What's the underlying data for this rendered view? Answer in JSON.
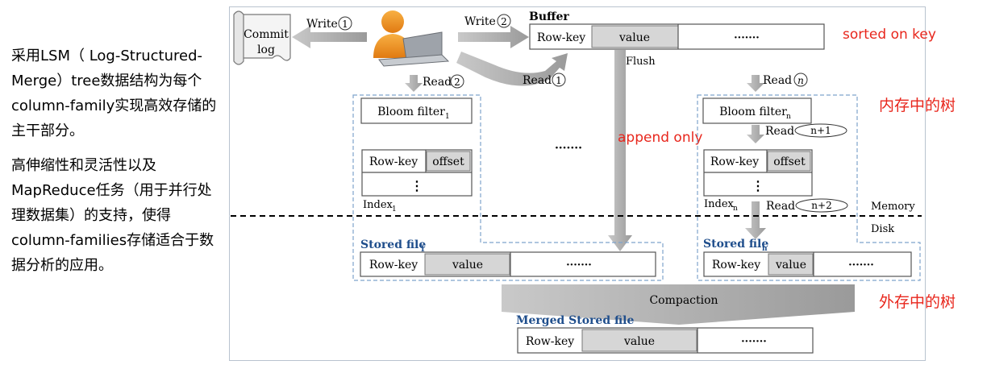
{
  "left_text": {
    "para1": "采用LSM（ Log-Structured-Merge）tree数据结构为每个column-family实现高效存储的主干部分。",
    "para2": "高伸缩性和灵活性以及MapReduce任务（用于并行处理数据集）的支持，使得column-families存储适合于数据分析的应用。"
  },
  "annotations": {
    "sorted_on_key": "sorted on key",
    "in_memory_tree": "内存中的树",
    "on_disk_tree": "外存中的树",
    "append_only": "append only"
  },
  "diagram": {
    "commit_log": [
      "Commit",
      "log"
    ],
    "write1": "Write",
    "write2": "Write",
    "num1": "1",
    "num2": "2",
    "buffer_title": "Buffer",
    "row_key": "Row-key",
    "value": "value",
    "dots": "·······",
    "flush": "Flush",
    "read2": "Read",
    "read1": "Read",
    "readn": "Read",
    "read_n1": "Read",
    "read_n2": "Read",
    "n": "n",
    "n_plus_1": "n+1",
    "n_plus_2": "n+2",
    "bloom_filter": "Bloom filter",
    "sub1": "1",
    "subn": "n",
    "offset": "offset",
    "vdots": "⋮",
    "index": "Index",
    "memory": "Memory",
    "disk": "Disk",
    "stored_file": "Stored file",
    "compaction": "Compaction",
    "merged_stored_file": "Merged Stored file"
  }
}
